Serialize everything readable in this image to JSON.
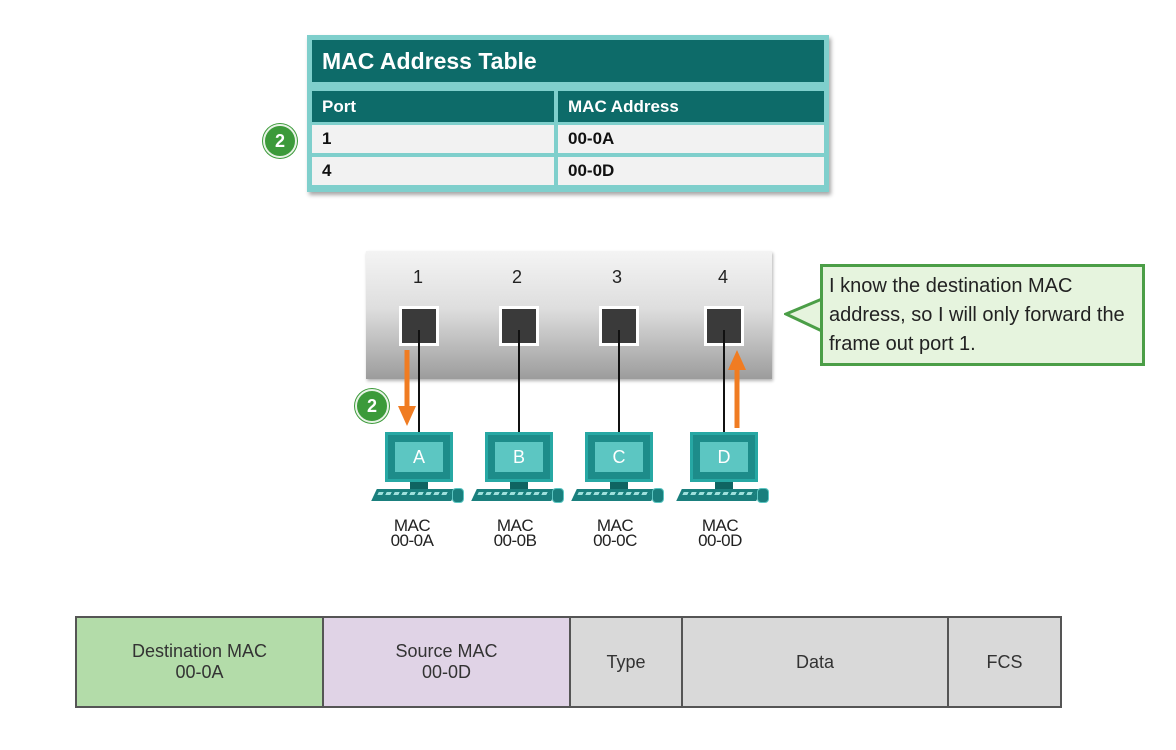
{
  "mac_table": {
    "title": "MAC Address Table",
    "headers": [
      "Port",
      "MAC Address"
    ],
    "rows": [
      {
        "port": "1",
        "mac": "00-0A"
      },
      {
        "port": "4",
        "mac": "00-0D"
      }
    ]
  },
  "step_badge": "2",
  "switch": {
    "ports": [
      "1",
      "2",
      "3",
      "4"
    ]
  },
  "callout": {
    "text": "I know the destination MAC address, so I will only forward the frame out port 1."
  },
  "pcs": [
    {
      "label": "A",
      "mac_line1": "MAC",
      "mac_line2": "00-0A"
    },
    {
      "label": "B",
      "mac_line1": "MAC",
      "mac_line2": "00-0B"
    },
    {
      "label": "C",
      "mac_line1": "MAC",
      "mac_line2": "00-0C"
    },
    {
      "label": "D",
      "mac_line1": "MAC",
      "mac_line2": "00-0D"
    }
  ],
  "frame": [
    {
      "line1": "Destination MAC",
      "line2": "00-0A"
    },
    {
      "line1": "Source MAC",
      "line2": "00-0D"
    },
    {
      "line1": "Type"
    },
    {
      "line1": "Data"
    },
    {
      "line1": "FCS"
    }
  ],
  "colors": {
    "table_header": "#0d6b69",
    "table_border": "#7fcfcc",
    "badge": "#3c9a3a",
    "arrow": "#f07c22",
    "callout_bg": "#e6f4de",
    "callout_border": "#4b9e47",
    "pc": "#1d8c8a",
    "dest_mac_cell": "#b3dca9",
    "src_mac_cell": "#e0d3e6",
    "other_cells": "#d9d9d9"
  }
}
